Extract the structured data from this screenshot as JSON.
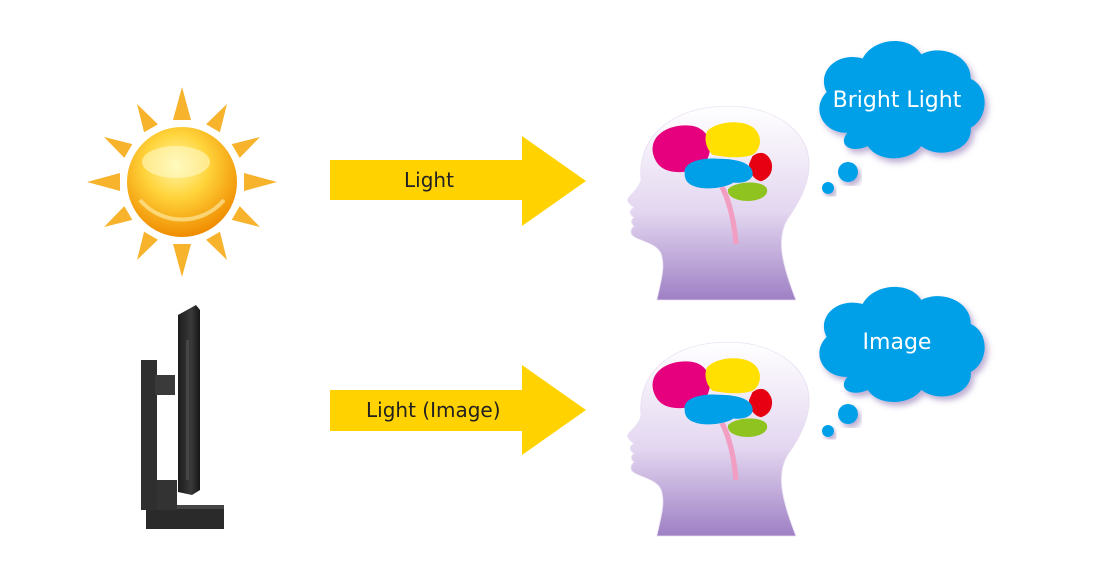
{
  "rows": [
    {
      "source_icon": "sun-icon",
      "arrow_label": "Light",
      "thought": "Bright Light"
    },
    {
      "source_icon": "monitor-icon",
      "arrow_label": "Light (Image)",
      "thought": "Image"
    }
  ],
  "colors": {
    "arrow": "#FFD200",
    "cloud": "#00A0E9",
    "head": "#C9B4DE",
    "sun_ray": "#F7B32B",
    "sun_core": "#F5A623",
    "brain_pink": "#E6007E",
    "brain_yellow": "#FFE000",
    "brain_blue": "#00A0E9",
    "brain_red": "#E60012",
    "brain_green": "#8FC31F",
    "spine": "#F19EC2",
    "monitor": "#2B2B2B"
  },
  "icons": [
    "sun-icon",
    "monitor-icon",
    "arrow-icon",
    "head-icon",
    "brain-icon",
    "thought-cloud-icon"
  ]
}
